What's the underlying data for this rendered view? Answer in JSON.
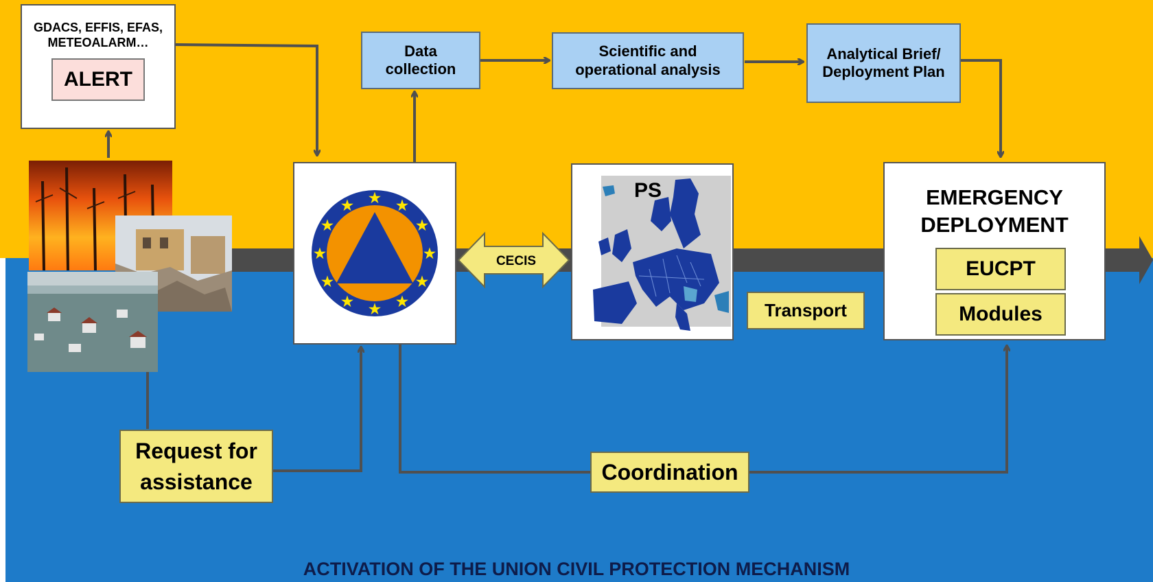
{
  "sources": {
    "label": "GDACS, EFFIS, EFAS, METEOALARM…",
    "alert": "ALERT"
  },
  "data_collection": "Data collection",
  "analysis": "Scientific and operational analysis",
  "brief": "Analytical Brief/ Deployment Plan",
  "cecis": "CECIS",
  "ps": "PS",
  "transport": "Transport",
  "emergency": {
    "title": "EMERGENCY DEPLOYMENT",
    "eucpt": "EUCPT",
    "modules": "Modules"
  },
  "request": "Request for assistance",
  "coordination": "Coordination",
  "footer_title": "ACTIVATION OF THE UNION CIVIL PROTECTION MECHANISM",
  "colors": {
    "top": "#FFC000",
    "bottom": "#1E7BC9",
    "box_blue": "#A9D0F3",
    "box_yellow": "#F4E97F",
    "arrow": "#505050",
    "eu_blue": "#1A3A9E",
    "eu_orange": "#F39200"
  }
}
